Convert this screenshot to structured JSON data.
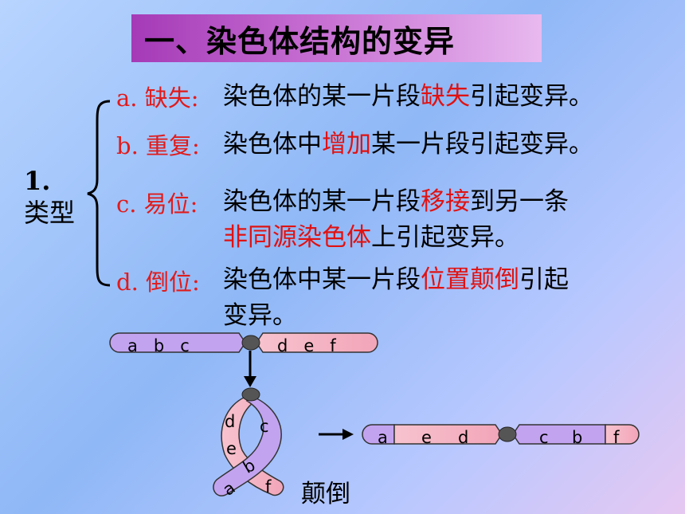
{
  "title": "一、染色体结构的变异",
  "section": {
    "number": "1.",
    "label": "类型"
  },
  "types": [
    {
      "label": "a. 缺失:",
      "parts": [
        {
          "t": "染色体的某一片段"
        },
        {
          "t": "缺失",
          "red": true
        },
        {
          "t": "引起变异。"
        }
      ]
    },
    {
      "label": "b. 重复:",
      "parts": [
        {
          "t": "染色体中"
        },
        {
          "t": "增加",
          "red": true
        },
        {
          "t": "某一片段引起变异。"
        }
      ]
    },
    {
      "label": "c. 易位:",
      "lines": [
        [
          {
            "t": "染色体的某一片段"
          },
          {
            "t": "移接",
            "red": true
          },
          {
            "t": "到另一条"
          }
        ],
        [
          {
            "t": "非同源染色体",
            "red": true
          },
          {
            "t": "上引起变异。"
          }
        ]
      ]
    },
    {
      "label": "d. 倒位:",
      "lines": [
        [
          {
            "t": "染色体中某一片段"
          },
          {
            "t": "位置颠倒",
            "red": true
          },
          {
            "t": "引起"
          }
        ],
        [
          {
            "t": "变异。"
          }
        ]
      ]
    }
  ],
  "diagram": {
    "top_left_genes": "a   b   c",
    "top_right_genes": "d   e   f",
    "loop_genes": {
      "d": "d",
      "e": "e",
      "c": "c",
      "b": "b",
      "a": "a",
      "f": "f"
    },
    "result_left": [
      "a",
      "e",
      "d"
    ],
    "result_right": [
      "c",
      "b",
      "f"
    ],
    "caption": "颠倒"
  },
  "colors": {
    "purple": "#c2a3f0",
    "pink": "#f5b3c4",
    "red": "#e01212",
    "centromere": "#555555"
  }
}
